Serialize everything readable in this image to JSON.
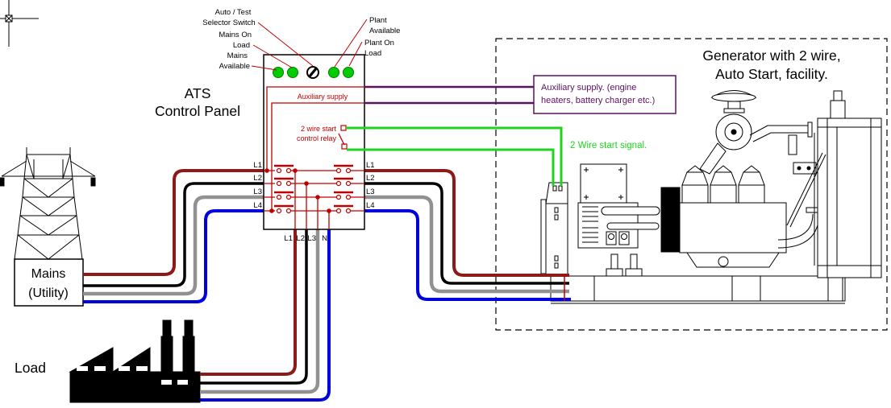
{
  "ats_panel": {
    "title_line1": "ATS",
    "title_line2": "Control Panel",
    "labels": {
      "selector_line1": "Auto / Test",
      "selector_line2": "Selector Switch",
      "mains_on_load_line1": "Mains On",
      "mains_on_load_line2": "Load",
      "mains_available_line1": "Mains",
      "mains_available_line2": "Available",
      "plant_available_line1": "Plant",
      "plant_available_line2": "Available",
      "plant_on_load_line1": "Plant On",
      "plant_on_load_line2": "Load"
    },
    "aux_supply_label": "Auxiliary supply",
    "relay_label_line1": "2 wire start",
    "relay_label_line2": "control relay",
    "left_terminals": [
      "L1",
      "L2",
      "L3",
      "L4"
    ],
    "right_terminals": [
      "L1",
      "L2",
      "L3",
      "L4"
    ],
    "bottom_terminals": [
      "L1",
      "L2",
      "L3",
      "N"
    ]
  },
  "aux_supply_box": {
    "line1": "Auxiliary supply. (engine",
    "line2": "heaters, battery charger etc.)"
  },
  "start_signal_label": "2 Wire start signal.",
  "generator": {
    "title_line1": "Generator with 2 wire,",
    "title_line2": "Auto Start, facility."
  },
  "mains_source": {
    "line1": "Mains",
    "line2": "(Utility)"
  },
  "load_label": "Load",
  "colors": {
    "phase_l1_wire": "#8b1a18",
    "phase_l2_wire": "#000000",
    "phase_l3_wire": "#919191",
    "phase_l4_neutral_wire": "#0000dd",
    "start_signal_wire": "#1fd41f",
    "aux_supply_wire": "#5c1060",
    "control_wiring": "#c00000",
    "indicator_lamp": "#00cc00"
  }
}
